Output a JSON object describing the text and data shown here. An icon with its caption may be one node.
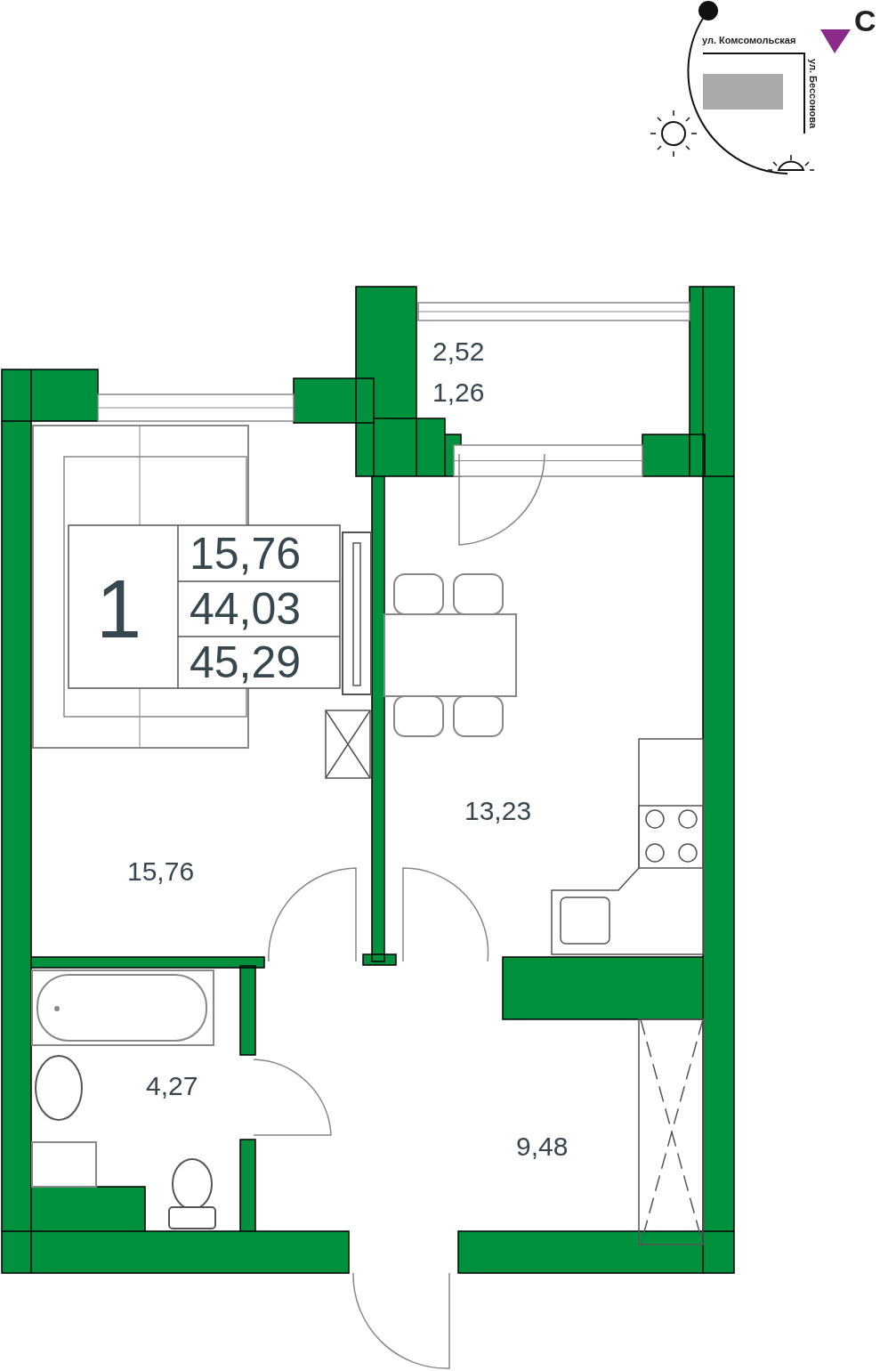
{
  "diagram": {
    "labels": [
      "С",
      "ул. Комсомольская",
      "ул. Бессонова",
      "2,52",
      "1,26",
      "1",
      "15,76",
      "44,03",
      "45,29",
      "13,23",
      "15,76",
      "4,27",
      "9,48"
    ]
  }
}
